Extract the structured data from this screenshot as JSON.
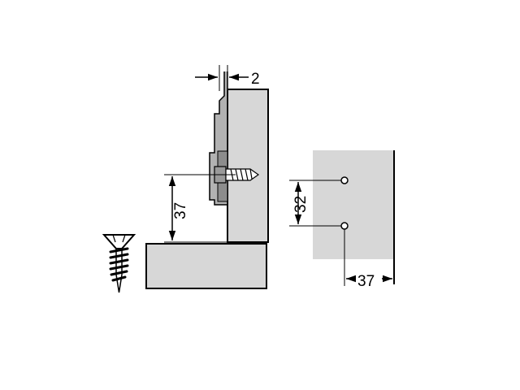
{
  "colors": {
    "panel_fill": "#d7d7d7",
    "plate_fill": "#b2b2b2",
    "plate_dark": "#8c8c8c",
    "line": "#000000",
    "background": "#ffffff"
  },
  "icons": {
    "screw": "wood-screw-icon"
  },
  "dimensions": {
    "offset_top": "2",
    "height_left": "37",
    "hole_spacing": "32",
    "hole_offset": "37"
  }
}
